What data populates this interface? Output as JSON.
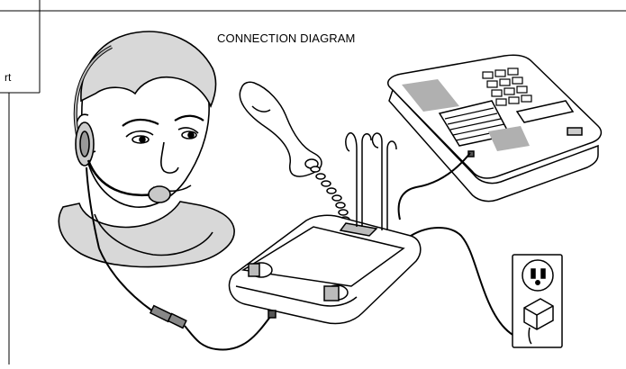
{
  "diagram": {
    "title": "CONNECTION DIAGRAM",
    "side_panel_fragment": "rt"
  },
  "colors": {
    "line": "#000000",
    "background": "#ffffff",
    "screen_gray": "#b0b0b0",
    "skin": "#ffffff"
  },
  "components": {
    "headset_user": "headset-wearer",
    "telephone": "desk-telephone",
    "handset": "telephone-handset",
    "amplifier": "headset-amplifier-base",
    "outlet": "wall-outlet",
    "adapter": "power-adapter"
  }
}
